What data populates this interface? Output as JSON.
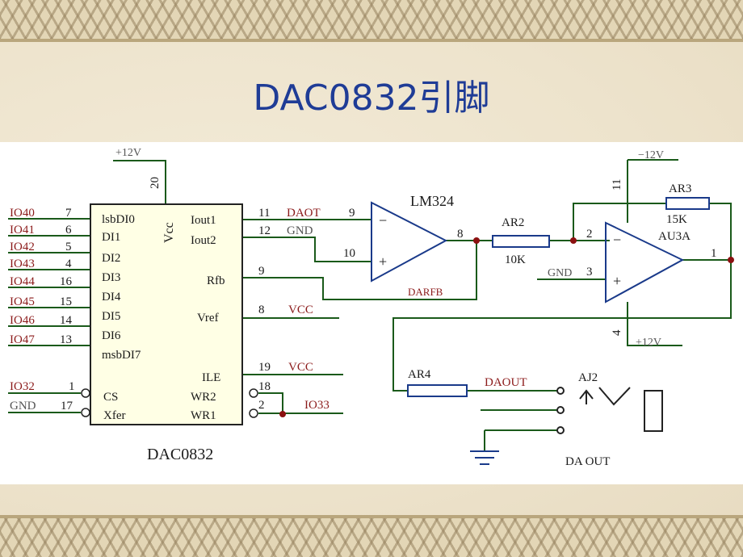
{
  "title": "DAC0832引脚",
  "schematic": {
    "supply_top": "+12V",
    "pin20": "20",
    "vcc_label": "Vcc",
    "chip_name": "DAC0832",
    "left_pins": [
      {
        "net": "IO40",
        "num": "7",
        "name": "lsbDI0"
      },
      {
        "net": "IO41",
        "num": "6",
        "name": "DI1"
      },
      {
        "net": "IO42",
        "num": "5",
        "name": "DI2"
      },
      {
        "net": "IO43",
        "num": "4",
        "name": "DI3"
      },
      {
        "net": "IO44",
        "num": "16",
        "name": "DI4"
      },
      {
        "net": "IO45",
        "num": "15",
        "name": "DI5"
      },
      {
        "net": "IO46",
        "num": "14",
        "name": "DI6"
      },
      {
        "net": "IO47",
        "num": "13",
        "name": "msbDI7"
      }
    ],
    "cs_pin": {
      "net": "IO32",
      "num": "1",
      "name": "CS"
    },
    "xfer_pin": {
      "net": "GND",
      "num": "17",
      "name": "Xfer"
    },
    "right_pins": {
      "iout1": {
        "name": "Iout1",
        "num": "11",
        "net": "DAOT"
      },
      "iout2": {
        "name": "Iout2",
        "num": "12",
        "net": "GND"
      },
      "rfb": {
        "name": "Rfb",
        "num": "9"
      },
      "vref": {
        "name": "Vref",
        "num": "8",
        "net": "VCC"
      },
      "ile": {
        "name": "ILE",
        "num": "19",
        "net": "VCC"
      },
      "wr2": {
        "name": "WR2",
        "num": "18"
      },
      "wr1": {
        "name": "WR1",
        "num": "2",
        "net": "IO33"
      }
    },
    "opamp1": {
      "name": "LM324",
      "pin_in_neg": "9",
      "pin_in_pos": "10",
      "pin_out": "8",
      "minus": "−",
      "plus": "+",
      "feedback_net": "DARFB"
    },
    "ar2": {
      "name": "AR2",
      "value": "10K"
    },
    "opamp2": {
      "name": "AU3A",
      "pin_top": "11",
      "pin_bottom": "4",
      "pin_neg": "2",
      "pin_pos": "3",
      "pin_out": "1",
      "supply_neg": "−12V",
      "supply_pos": "+12V",
      "gnd": "GND",
      "minus": "−",
      "plus": "+"
    },
    "ar3": {
      "name": "AR3",
      "value": "15K"
    },
    "ar4": {
      "name": "AR4"
    },
    "out_net": "DAOUT",
    "jack": {
      "name": "AJ2",
      "label": "DA OUT"
    }
  }
}
